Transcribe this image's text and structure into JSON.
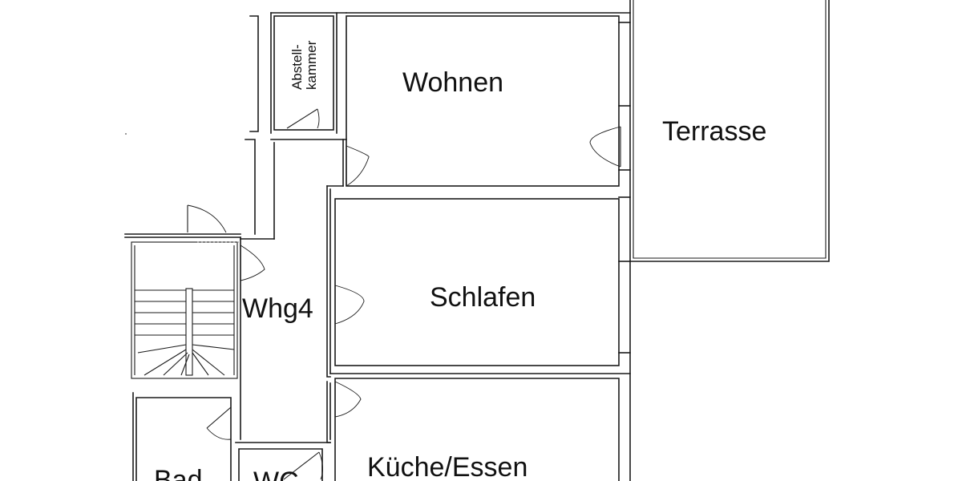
{
  "rooms": {
    "wohnen": "Wohnen",
    "terrasse": "Terrasse",
    "schlafen": "Schlafen",
    "kueche_essen": "Küche/Essen",
    "flur_whg": "Whg4",
    "bad": "Bad",
    "wc": "WC",
    "abstellkammer_line1": "Abstell-",
    "abstellkammer_line2": "kammer"
  },
  "colors": {
    "line": "#1a1a1a",
    "background": "#ffffff"
  }
}
